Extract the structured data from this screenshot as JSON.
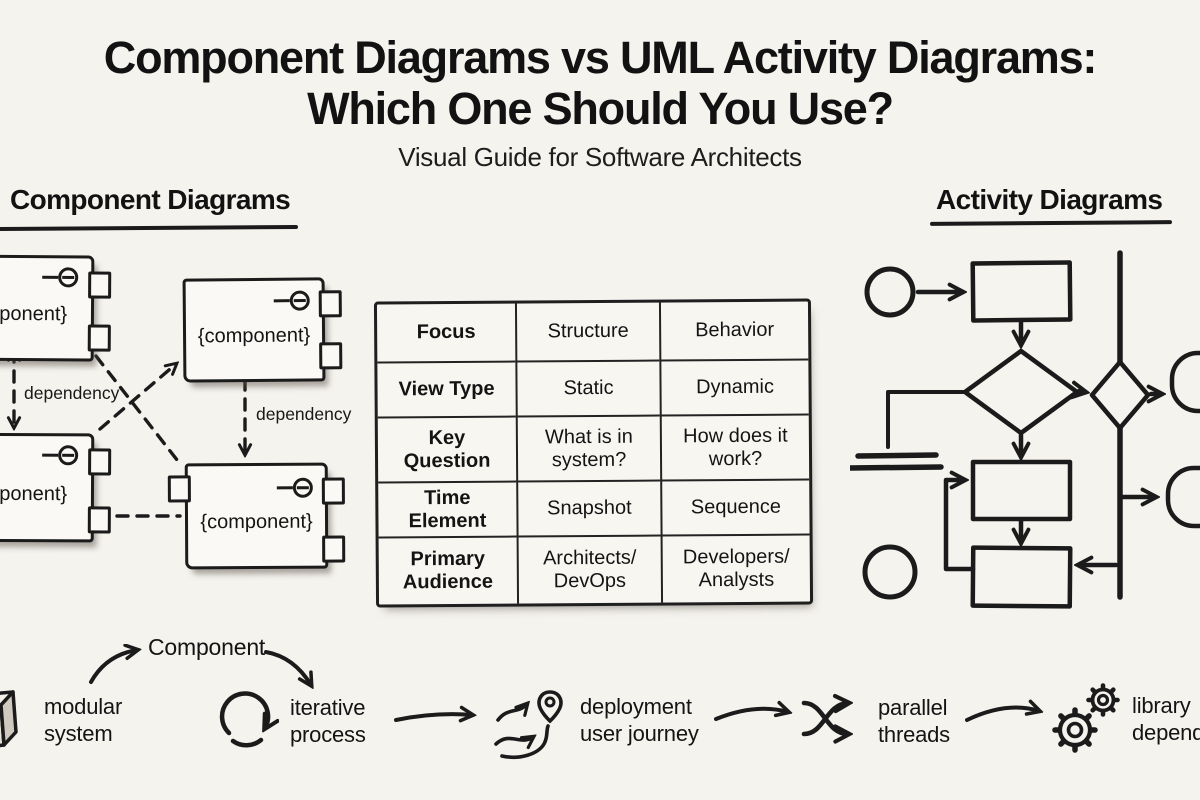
{
  "canvas": {
    "background": "#f5f3ee",
    "ink": "#1b1b1b"
  },
  "header": {
    "title_line1": "Component Diagrams vs UML Activity Diagrams:",
    "title_line2": "Which One Should You Use?",
    "subtitle": "Visual Guide for Software Architects"
  },
  "left_section": {
    "heading": "Component Diagrams",
    "component_label": "{component}",
    "dependency_labels": [
      "dependency",
      "dependency"
    ]
  },
  "comparison_table": {
    "rows": [
      {
        "label": "Focus",
        "component": "Structure",
        "activity": "Behavior"
      },
      {
        "label": "View Type",
        "component": "Static",
        "activity": "Dynamic"
      },
      {
        "label": "Key Question",
        "component": "What is in\nsystem?",
        "activity": "How does it\nwork?"
      },
      {
        "label": "Time Element",
        "component": "Snapshot",
        "activity": "Sequence"
      },
      {
        "label": "Primary\nAudience",
        "component": "Architects/\nDevOps",
        "activity": "Developers/\nAnalysts"
      }
    ]
  },
  "right_section": {
    "heading": "Activity Diagrams"
  },
  "bottom_flow": {
    "items": [
      {
        "icon": "cube-icon",
        "label": "modular\nsystem"
      },
      {
        "icon": "curved-arrow-callout",
        "label": "Component"
      },
      {
        "icon": "cycle-icon",
        "label": "iterative\nprocess"
      },
      {
        "icon": "journey-path-icon",
        "label": "deployment\nuser journey"
      },
      {
        "icon": "parallel-arrows-icon",
        "label": "parallel\nthreads"
      },
      {
        "icon": "gears-icon",
        "label": "library\ndependency"
      }
    ]
  }
}
